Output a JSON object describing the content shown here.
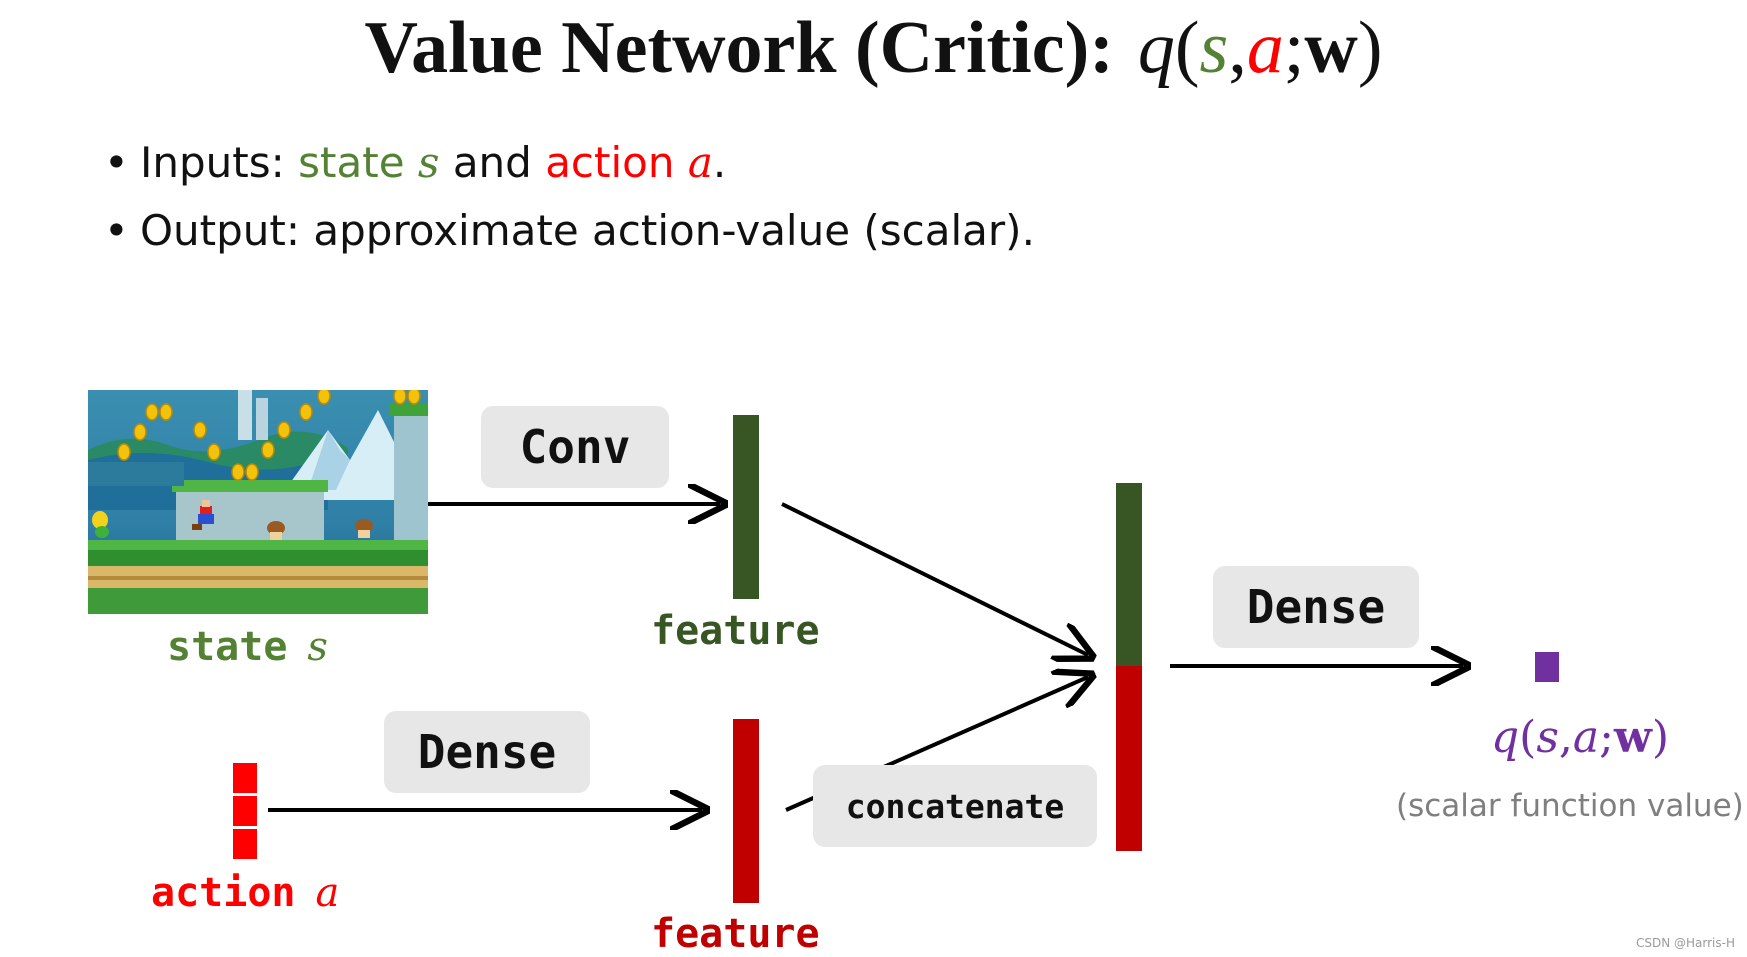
{
  "title": {
    "text": "Value Network (Critic):",
    "formula": {
      "q": "q",
      "open": "(",
      "s": "s",
      "comma": ",",
      "a": "a",
      "semicolon": ";",
      "w": "w",
      "close": ")"
    }
  },
  "bullets": [
    {
      "prefix": "Inputs: ",
      "state_word": "state",
      "state_var": "s",
      "mid": " and ",
      "action_word": "action",
      "action_var": "a",
      "end": "."
    },
    {
      "text": "Output: approximate action-value (scalar)."
    }
  ],
  "diagram": {
    "state_label": "state",
    "state_var": "s",
    "action_label": "action",
    "action_var": "a",
    "conv_label": "Conv",
    "dense_action_label": "Dense",
    "dense_out_label": "Dense",
    "concat_label": "concatenate",
    "feature_state_label": "feature",
    "feature_action_label": "feature",
    "output": {
      "q": "q",
      "open": "(",
      "s": "s",
      "comma": ",",
      "a": "a",
      "semicolon": ";",
      "w": "w",
      "close": ")"
    },
    "output_caption": "(scalar function value)"
  },
  "watermark": "CSDN @Harris-H",
  "colors": {
    "state_green": "#548235",
    "feature_green": "#375623",
    "action_red": "#ff0000",
    "feature_red": "#c00000",
    "output_purple": "#7030a0",
    "box_gray": "#e7e7e7"
  }
}
